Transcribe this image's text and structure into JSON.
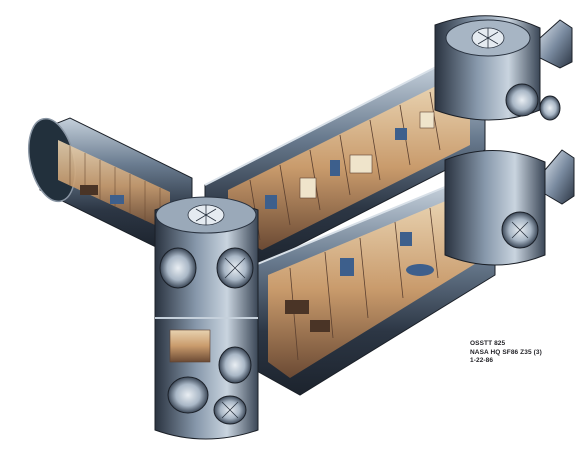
{
  "caption": {
    "line1": "OSSTT 825",
    "line2": "NASA HQ SF86 Z35 (3)",
    "line3": "1-22-86"
  },
  "colors": {
    "hull_dark": "#26303d",
    "hull_mid": "#5d6f84",
    "hull_light": "#b9c6d3",
    "interior_warm": "#d7b184",
    "interior_dark": "#5c4030",
    "window_glow": "#efe4cb",
    "equipment_blue": "#3d5f8c"
  }
}
